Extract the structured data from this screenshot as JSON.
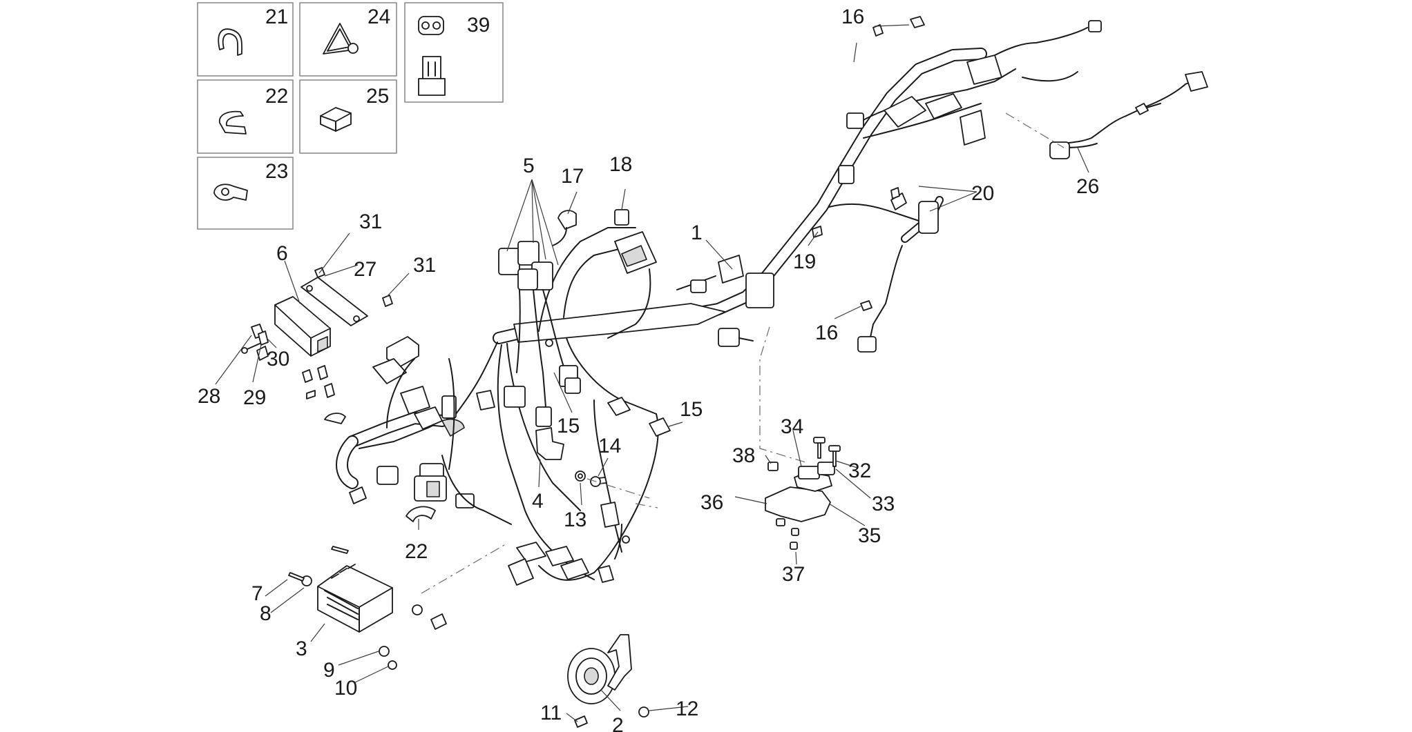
{
  "diagram": {
    "labels": [
      "1",
      "2",
      "3",
      "4",
      "5",
      "6",
      "7",
      "8",
      "9",
      "10",
      "11",
      "12",
      "13",
      "14",
      "15",
      "15",
      "16",
      "16",
      "17",
      "18",
      "19",
      "20",
      "21",
      "22",
      "22",
      "23",
      "24",
      "25",
      "26",
      "27",
      "28",
      "29",
      "30",
      "31",
      "31",
      "32",
      "33",
      "34",
      "35",
      "36",
      "37",
      "38",
      "39"
    ]
  },
  "colors": {
    "line": "#1a1a1a",
    "box": "#8c8c8c",
    "background": "#ffffff"
  }
}
